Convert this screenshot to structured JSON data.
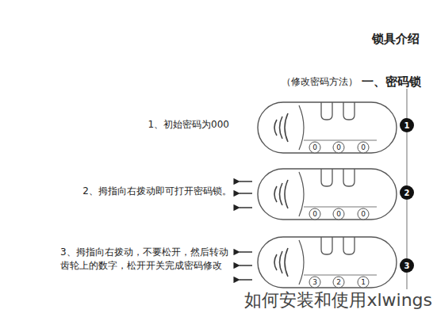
{
  "diagram": {
    "title": "锁具介绍",
    "nodes": [
      {
        "text": [
          "1"
        ]
      },
      {
        "text": [
          "2"
        ]
      },
      {
        "text": [
          "3"
        ]
      }
    ],
    "edges": [
      {
        "from": 0,
        "to": 1,
        "arrow": "none"
      },
      {
        "from": 1,
        "to": 2,
        "arrow": "none"
      }
    ],
    "labels": [
      "一、密码锁",
      "（修改密码方法）",
      "1、初始密码为000",
      "0",
      "0",
      "0",
      "2、拇指向右拨动即可打开密码锁。",
      "0",
      "0",
      "0",
      "3、拇指向右拨动，不要松开，然后转动齿轮上的数字，松开开关完成密码修改",
      "3",
      "2",
      "1",
      "如何安装和使用xlwings"
    ]
  }
}
